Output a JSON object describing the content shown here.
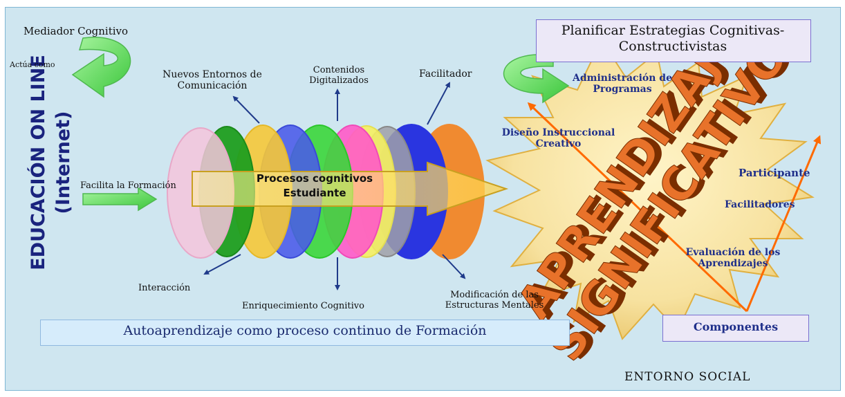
{
  "colors": {
    "background": "#cfe6f0",
    "accent_blue": "#1f2f8a",
    "arrow_orange": "#ff6a00",
    "curve_green": "#66dd66"
  },
  "sidebar": {
    "title": "EDUCACIÓN ON LINE",
    "subtitle": "(Internet)"
  },
  "left": {
    "mediador": "Mediador Cognitivo",
    "actua": "Actúa como",
    "facilita": "Facilita la Formación"
  },
  "center": {
    "arrow_line1": "Procesos cognitivos",
    "arrow_line2": "Estudiante",
    "rays": [
      "Nuevos Entornos de Comunicación",
      "Contenidos Digitalizados",
      "Facilitador",
      "Interacción",
      "Enriquecimiento Cognitivo",
      "Modificación de las Estructuras Mentales"
    ]
  },
  "right": {
    "plan": "Planificar Estrategias Cognitivas- Constructivistas",
    "admin": "Administración de Programas",
    "diseno": "Diseño Instruccional Creativo",
    "participante": "Participante",
    "facilitadores": "Facilitadores",
    "evaluacion": "Evaluación de los Aprendizajes",
    "componentes": "Componentes",
    "star_line1": "APRENDIZAJE",
    "star_line2": "SIGNIFICATIVO"
  },
  "footer": {
    "auto": "Autoaprendizaje como proceso continuo de Formación",
    "entorno": "ENTORNO SOCIAL"
  }
}
